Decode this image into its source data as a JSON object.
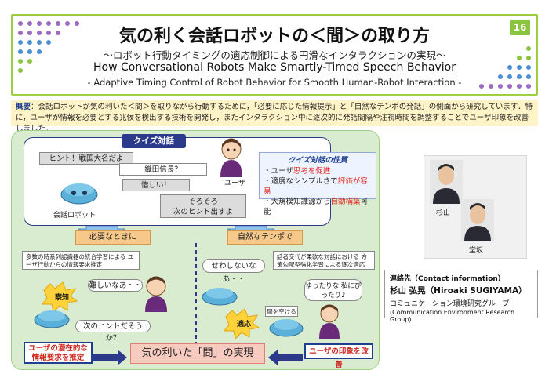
{
  "header": {
    "page_number": "16",
    "title_ja": "気の利く会話ロボットの＜間＞の取り方",
    "subtitle_ja": "～ロボット行動タイミングの適応制御による円滑なインタラクションの実現～",
    "title_en": "How Conversational Robots Make Smartly-Timed Speech Behavior",
    "subtitle_en": "- Adaptive Timing Control of Robot Behavior for Smooth Human-Robot Interaction -"
  },
  "overview": {
    "label": "概要",
    "text": "：会話ロボットが気の利いた＜間＞を取りながら行動するために，「必要に応じた情報提示」と「自然なテンポの発話」の側面から研究しています．特に，ユーザが情報を必要とする兆候を検出する技術を開発し，またインタラクション中に逐次的に発話間隔や注視時間を調整することでユーザ印象を改善しました．"
  },
  "quiz": {
    "title": "クイズ対話",
    "hint_bubble": "ヒント！戦国大名だよ",
    "user_answer": "織田信長？",
    "robot_reply": "惜しい！",
    "robot_next_line1": "そろそろ",
    "robot_next_line2": "次のヒント出すよ",
    "robot_label": "会話ロボット",
    "user_label": "ユーザ"
  },
  "properties": {
    "title": "クイズ対話の性質",
    "item1_pre": "・ユーザ",
    "item1_red": "思考を促進",
    "item2_pre": "・適度なシンプルさで",
    "item2_red": "評価が容易",
    "item3_pre": "・大規模知識源から",
    "item3_red": "自動構築",
    "item3_post": "可能"
  },
  "left_flow": {
    "heading": "必要なときに",
    "note": "多数の時系列認識器の統合学習による ユーザ行動からの情報要求推定",
    "user_bubble": "難しいなあ・・",
    "detect_burst": "察知",
    "robot_bubble": "次のヒントだそうか？",
    "bottom_box": "ユーザの潜在的な 情報要求を推定"
  },
  "right_flow": {
    "heading": "自然なテンポで",
    "note": "話者交代が柔軟な対話における 方策勾配型強化学習による逐次適応",
    "robot_bubble": "せわしないなあ・・",
    "user_bubble": "ゆったりな 私にぴったり♪",
    "gap_label": "間を空ける",
    "adapt_burst": "適応",
    "bottom_box": "ユーザの印象を改善"
  },
  "result": {
    "text": "気の利いた「間」の実現"
  },
  "photos": {
    "person1": "杉山",
    "person2": "堂坂"
  },
  "contact": {
    "label": "連絡先（Contact information）",
    "name": "杉山 弘晃（Hiroaki SUGIYAMA）",
    "dept_ja": "コミュニケーション環境研究グループ",
    "dept_en": "(Communication Environment Research Group)"
  },
  "colors": {
    "header_border": "#9bcf3f",
    "overview_bg": "#fff3c8",
    "diagram_bg": "#d9eccf",
    "navy": "#2c3a8c",
    "accent_red": "#e5251f"
  }
}
